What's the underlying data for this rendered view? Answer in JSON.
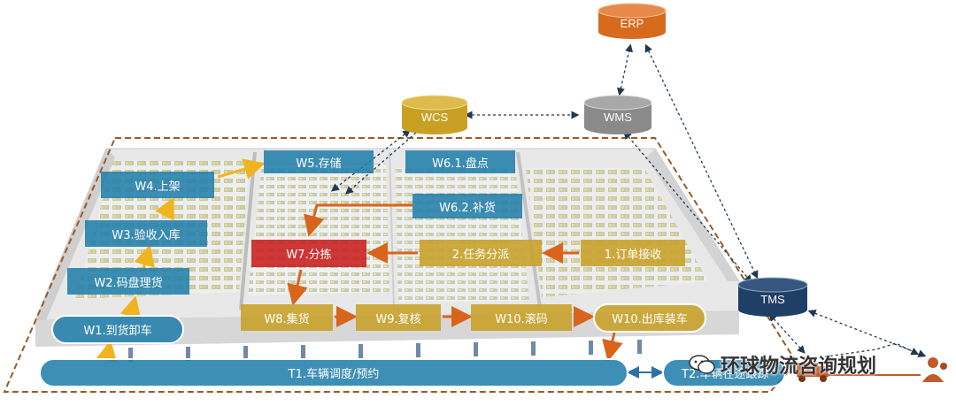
{
  "systems": {
    "erp": {
      "label": "ERP",
      "color": "#d86a1e"
    },
    "wcs": {
      "label": "WCS",
      "color": "#c9a023"
    },
    "wms": {
      "label": "WMS",
      "color": "#8a8a8a"
    },
    "tms": {
      "label": "TMS",
      "color": "#1f3f66"
    }
  },
  "steps": {
    "w1": "W1.到货卸车",
    "w2": "W2.码盘理货",
    "w3": "W3.验收入库",
    "w4": "W4.上架",
    "w5": "W5.存储",
    "w61": "W6.1.盘点",
    "w62": "W6.2.补货",
    "w7": "W7.分拣",
    "task2": "2.任务分派",
    "task1": "1.订单接收",
    "w8": "W8.集货",
    "w9": "W9.复核",
    "w10a": "W10.滚码",
    "w10b": "W10.出库装车",
    "t1": "T1.车辆调度/预约",
    "t2": "T2.车辆在途跟踪"
  },
  "watermark": "环球物流咨询规划",
  "colors": {
    "inbound": "#1e7daa",
    "outbound": "#c8a028",
    "picking": "#c81e1e",
    "flow_arrow": "#d9641c",
    "inbound_arrow": "#f0b420",
    "boundary": "#9a5a28"
  }
}
